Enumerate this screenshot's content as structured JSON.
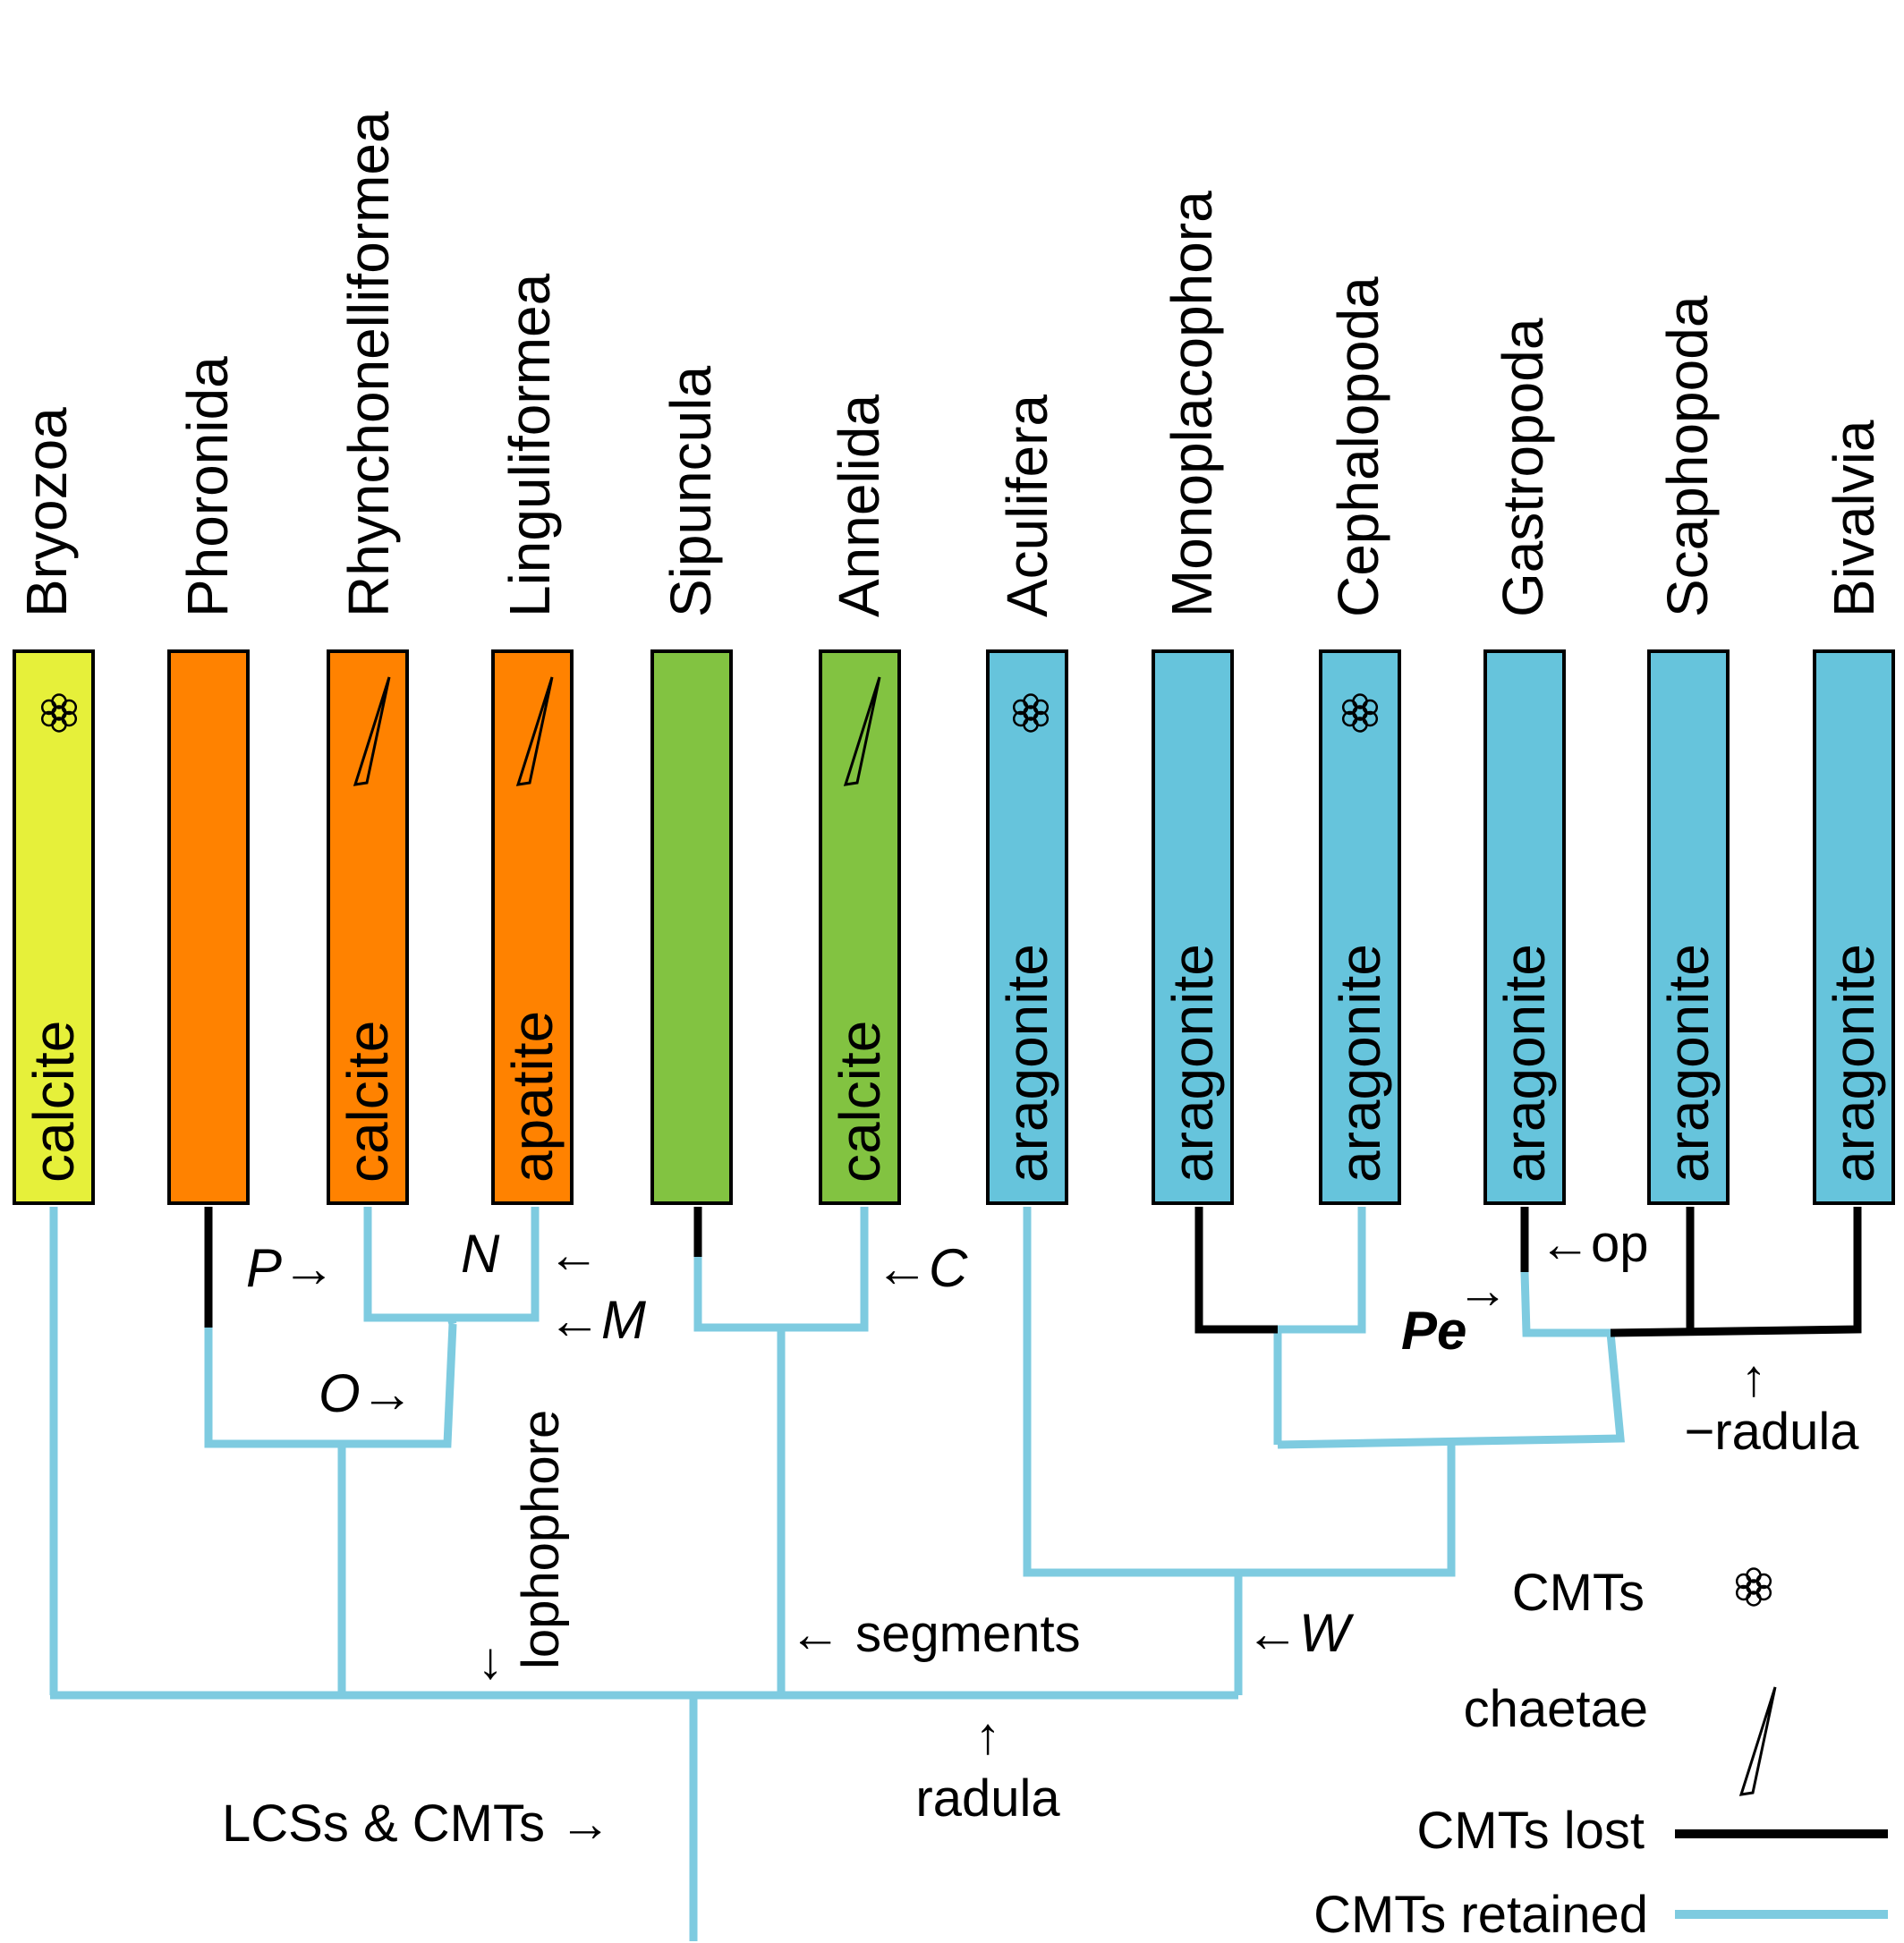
{
  "colors": {
    "cmts_retained": "#7ecbe0",
    "cmts_lost": "#000000",
    "calcite_yellow": "#e6f03a",
    "lophophorate_orange": "#ff8200",
    "annelid_green": "#82c341",
    "mollusc_blue": "#66c4dc"
  },
  "taxa": [
    {
      "name": "Bryozoa",
      "mineral": "calcite",
      "fill": "#e6f03a",
      "marker": "cmt"
    },
    {
      "name": "Phoronida",
      "mineral": "",
      "fill": "#ff8200",
      "marker": ""
    },
    {
      "name": "Rhynchonelliformea",
      "mineral": "calcite",
      "fill": "#ff8200",
      "marker": "chaetae"
    },
    {
      "name": "Linguliformea",
      "mineral": "apatite",
      "fill": "#ff8200",
      "marker": "chaetae"
    },
    {
      "name": "Sipuncula",
      "mineral": "",
      "fill": "#82c341",
      "marker": ""
    },
    {
      "name": "Annelida",
      "mineral": "calcite",
      "fill": "#82c341",
      "marker": "chaetae"
    },
    {
      "name": "Aculifera",
      "mineral": "aragonite",
      "fill": "#66c4dc",
      "marker": "cmt"
    },
    {
      "name": "Monoplacophora",
      "mineral": "aragonite",
      "fill": "#66c4dc",
      "marker": ""
    },
    {
      "name": "Cephalopoda",
      "mineral": "aragonite",
      "fill": "#66c4dc",
      "marker": "cmt"
    },
    {
      "name": "Gastropoda",
      "mineral": "aragonite",
      "fill": "#66c4dc",
      "marker": ""
    },
    {
      "name": "Scaphopoda",
      "mineral": "aragonite",
      "fill": "#66c4dc",
      "marker": ""
    },
    {
      "name": "Bivalvia",
      "mineral": "aragonite",
      "fill": "#66c4dc",
      "marker": ""
    }
  ],
  "annotations": {
    "P": "P→",
    "N": "N",
    "N_arrow": "←",
    "M": "←M",
    "O": "O→",
    "C": "←C",
    "op": "←op",
    "Pe": "Pe",
    "Pe_arrow": "→",
    "radula_loss_arrow": "↑",
    "radula_loss": "−radula",
    "lophophore": "lophophore",
    "lophophore_arrow": "↓",
    "segments": "← segments",
    "W": "←W",
    "radula_arrow": "↑",
    "radula": "radula",
    "root": "LCSs & CMTs →"
  },
  "legend": {
    "cmts": "CMTs",
    "chaetae": "chaetae",
    "lost": "CMTs lost",
    "retained": "CMTs retained"
  }
}
